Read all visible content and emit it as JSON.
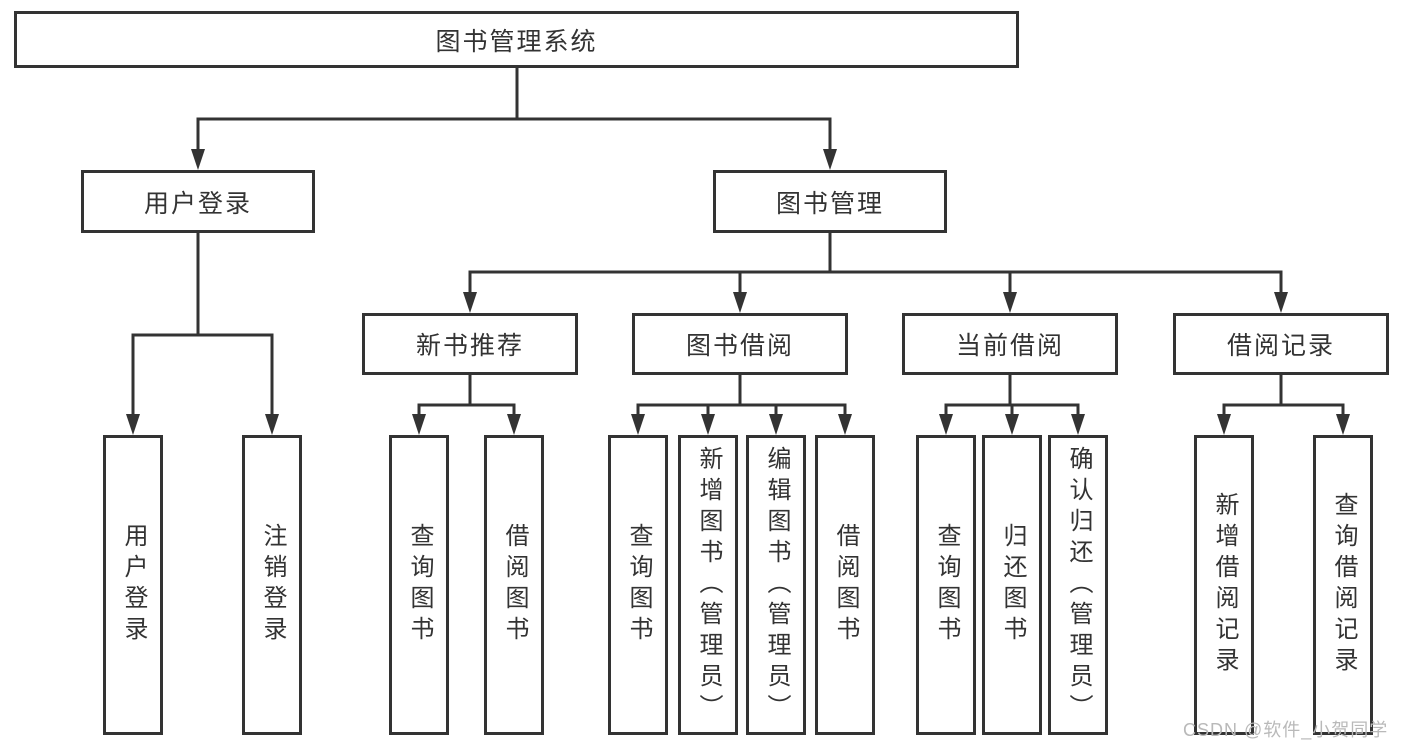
{
  "tree": {
    "label": "图书管理系统",
    "children": [
      {
        "label": "用户登录",
        "children": [
          {
            "label": "用户登录"
          },
          {
            "label": "注销登录"
          }
        ]
      },
      {
        "label": "图书管理",
        "children": [
          {
            "label": "新书推荐",
            "children": [
              {
                "label": "查询图书"
              },
              {
                "label": "借阅图书"
              }
            ]
          },
          {
            "label": "图书借阅",
            "children": [
              {
                "label": "查询图书"
              },
              {
                "label": "新增图书（管理员）"
              },
              {
                "label": "编辑图书（管理员）"
              },
              {
                "label": "借阅图书"
              }
            ]
          },
          {
            "label": "当前借阅",
            "children": [
              {
                "label": "查询图书"
              },
              {
                "label": "归还图书"
              },
              {
                "label": "确认归还（管理员）"
              }
            ]
          },
          {
            "label": "借阅记录",
            "children": [
              {
                "label": "新增借阅记录"
              },
              {
                "label": "查询借阅记录"
              }
            ]
          }
        ]
      }
    ]
  },
  "watermark": "CSDN @软件_小贺同学",
  "colors": {
    "line": "#333333",
    "text": "#333333",
    "box_bg": "#ffffff",
    "background": "#ffffff",
    "watermark": "#b9b9b9"
  }
}
